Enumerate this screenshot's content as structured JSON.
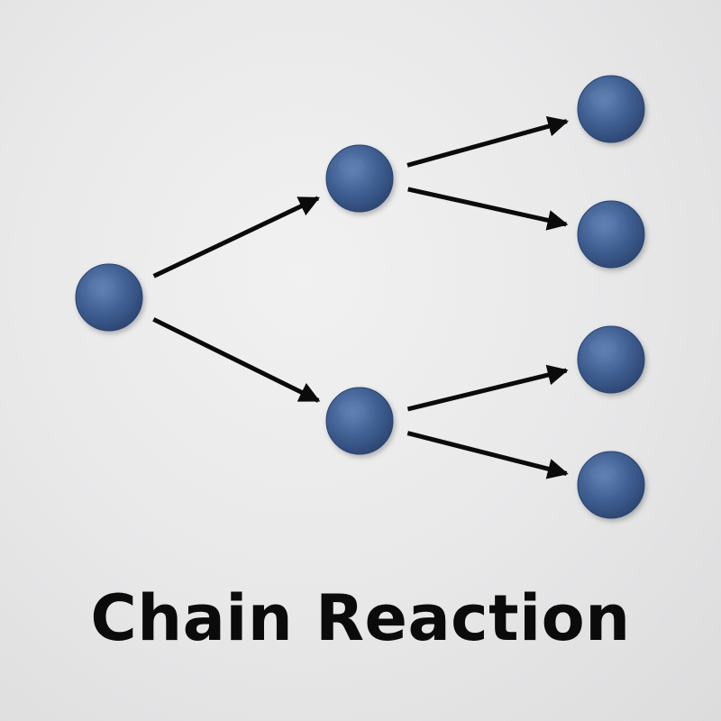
{
  "diagram": {
    "title": "Chain Reaction",
    "node_color": "#3f5f92",
    "node_highlight": "#5c7cae",
    "node_shadow": "#2b4470",
    "arrow_color": "#0b0b0b",
    "background_color": "#e9e9ea",
    "nodes": [
      {
        "id": "generation-1-node"
      },
      {
        "id": "generation-2-node-top"
      },
      {
        "id": "generation-2-node-bottom"
      },
      {
        "id": "generation-3-node-1"
      },
      {
        "id": "generation-3-node-2"
      },
      {
        "id": "generation-3-node-3"
      },
      {
        "id": "generation-3-node-4"
      }
    ],
    "edges": [
      {
        "from": "generation-1-node",
        "to": "generation-2-node-top"
      },
      {
        "from": "generation-1-node",
        "to": "generation-2-node-bottom"
      },
      {
        "from": "generation-2-node-top",
        "to": "generation-3-node-1"
      },
      {
        "from": "generation-2-node-top",
        "to": "generation-3-node-2"
      },
      {
        "from": "generation-2-node-bottom",
        "to": "generation-3-node-3"
      },
      {
        "from": "generation-2-node-bottom",
        "to": "generation-3-node-4"
      }
    ]
  }
}
